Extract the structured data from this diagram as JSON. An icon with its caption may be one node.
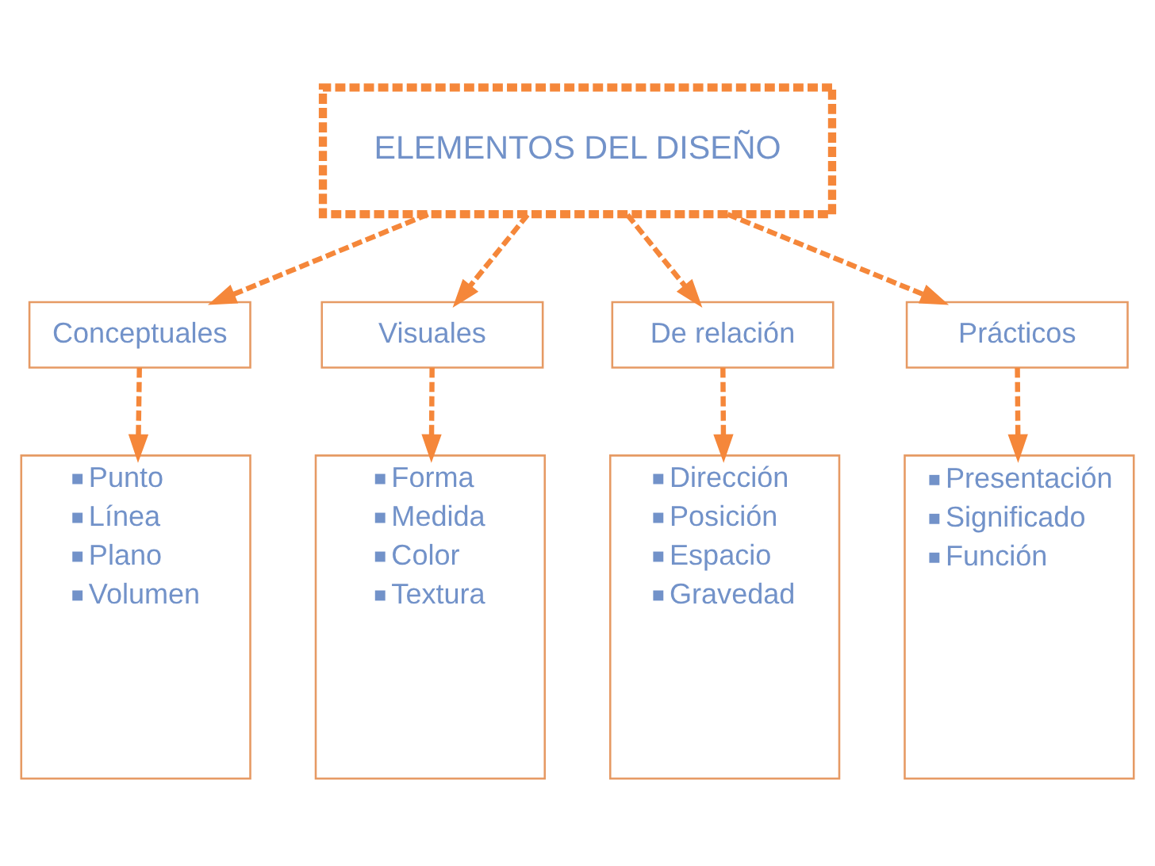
{
  "diagram": {
    "nodes": [
      {
        "text": [
          "ELEMENTOS DEL DISEÑO"
        ]
      },
      {
        "text": [
          "Conceptuales"
        ]
      },
      {
        "text": [
          "Visuales"
        ]
      },
      {
        "text": [
          "De relación"
        ]
      },
      {
        "text": [
          "Prácticos"
        ]
      },
      {
        "text": [
          "Punto",
          "Línea",
          "Plano",
          "Volumen"
        ]
      },
      {
        "text": [
          "Forma",
          "Medida",
          "Color",
          "Textura"
        ]
      },
      {
        "text": [
          "Dirección",
          "Posición",
          "Espacio",
          "Gravedad"
        ]
      },
      {
        "text": [
          "Presentación",
          "Significado",
          "Función"
        ]
      }
    ],
    "edges": [
      {
        "from": 0,
        "to": 1,
        "arrow": "to",
        "style": "dashed"
      },
      {
        "from": 0,
        "to": 2,
        "arrow": "to",
        "style": "dashed"
      },
      {
        "from": 0,
        "to": 3,
        "arrow": "to",
        "style": "dashed"
      },
      {
        "from": 0,
        "to": 4,
        "arrow": "to",
        "style": "dashed"
      },
      {
        "from": 1,
        "to": 5,
        "arrow": "to",
        "style": "dashed"
      },
      {
        "from": 2,
        "to": 6,
        "arrow": "to",
        "style": "dashed"
      },
      {
        "from": 3,
        "to": 7,
        "arrow": "to",
        "style": "dashed"
      },
      {
        "from": 4,
        "to": 8,
        "arrow": "to",
        "style": "dashed"
      }
    ]
  }
}
